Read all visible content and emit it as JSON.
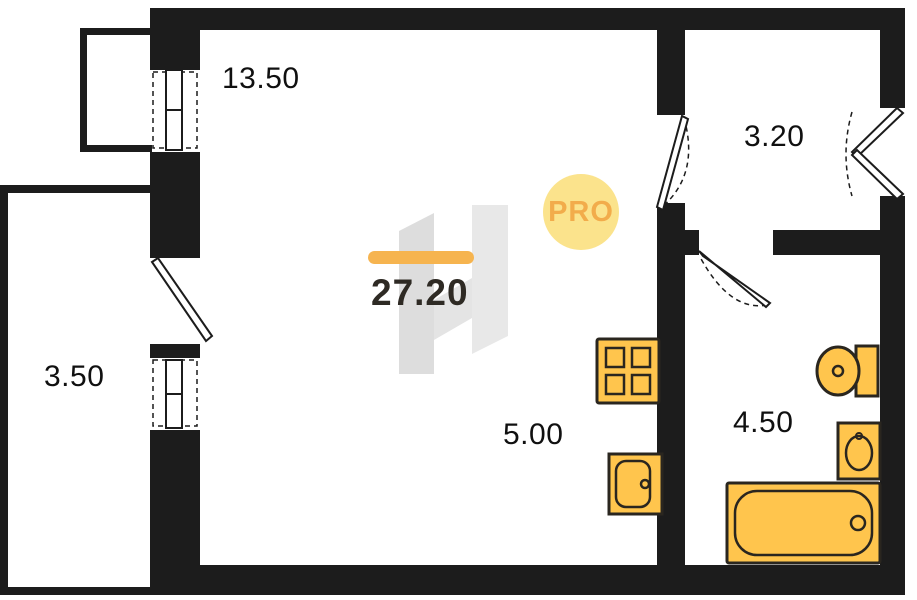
{
  "floorplan": {
    "badge_text": "PRO",
    "total_area": "27.20",
    "areas": {
      "living_room": "13.50",
      "hall": "3.20",
      "balcony": "3.50",
      "kitchen_zone": "5.00",
      "bathroom": "4.50"
    },
    "colors": {
      "wall": "#1C1C1C",
      "fixture_fill": "#FFC54D",
      "fixture_stroke": "#2A261F",
      "accent_orange": "#F5A731",
      "badge_fill": "#FBE38C",
      "badge_text_color": "#F2AC4B",
      "watermark_gray": "#DBDBDB",
      "label_color": "#101010"
    }
  }
}
